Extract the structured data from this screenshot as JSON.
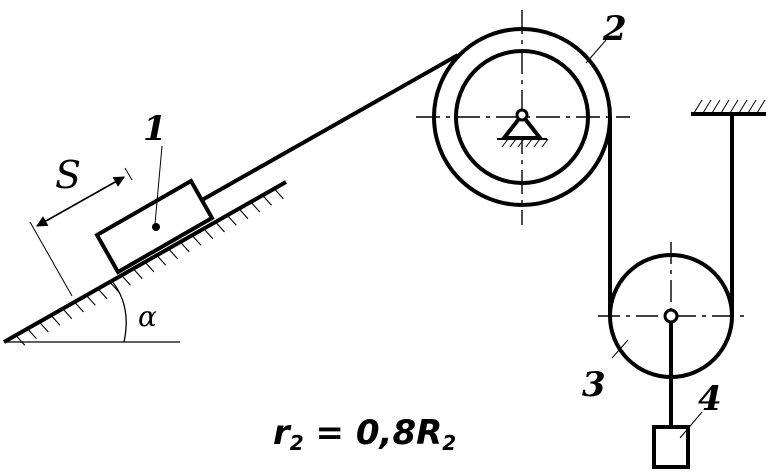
{
  "labels": {
    "body1": "1",
    "body2": "2",
    "body3": "3",
    "body4": "4",
    "displacement": "S",
    "angle": "α"
  },
  "formula": {
    "r": "r",
    "r_sub": "2",
    "eq": " = 0,8R",
    "R_sub": "2"
  },
  "colors": {
    "ink": "#000000",
    "background": "#ffffff"
  }
}
